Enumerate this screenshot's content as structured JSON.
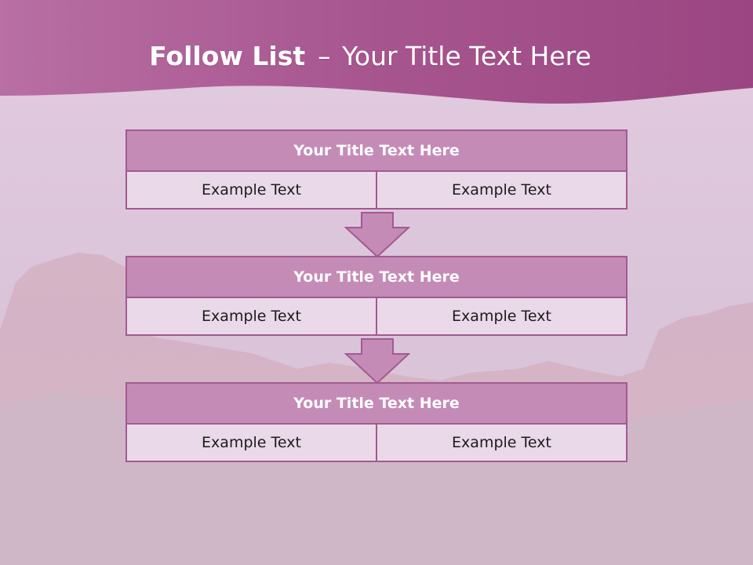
{
  "slide": {
    "title_bold": "Follow List",
    "title_sep": "–",
    "title_rest": "Your Title Text Here"
  },
  "blocks": [
    {
      "title": "Your Title Text Here",
      "cells": [
        "Example Text",
        "Example Text"
      ]
    },
    {
      "title": "Your Title Text Here",
      "cells": [
        "Example Text",
        "Example Text"
      ]
    },
    {
      "title": "Your Title Text Here",
      "cells": [
        "Example Text",
        "Example Text"
      ]
    }
  ],
  "colors": {
    "banner": "#a9508f",
    "header_fill": "#c58bb7",
    "cell_fill": "#ead9e8",
    "border": "#a25a90"
  }
}
